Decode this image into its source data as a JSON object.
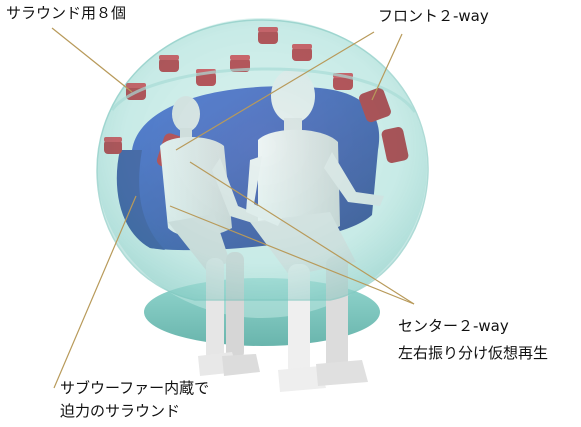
{
  "labels": {
    "surround": "サラウンド用８個",
    "front": "フロント２-way",
    "center_line1": "センター２-way",
    "center_line2": "左右振り分け仮想再生",
    "subwoofer_line1": "サブウーファー内蔵で",
    "subwoofer_line2": "迫力のサラウンド"
  },
  "colors": {
    "speaker": "#b3141e",
    "shell": "#8fd3cc",
    "seat": "#1e3ea8",
    "figure": "#e9e9e9",
    "leader": "#b89a5a"
  }
}
